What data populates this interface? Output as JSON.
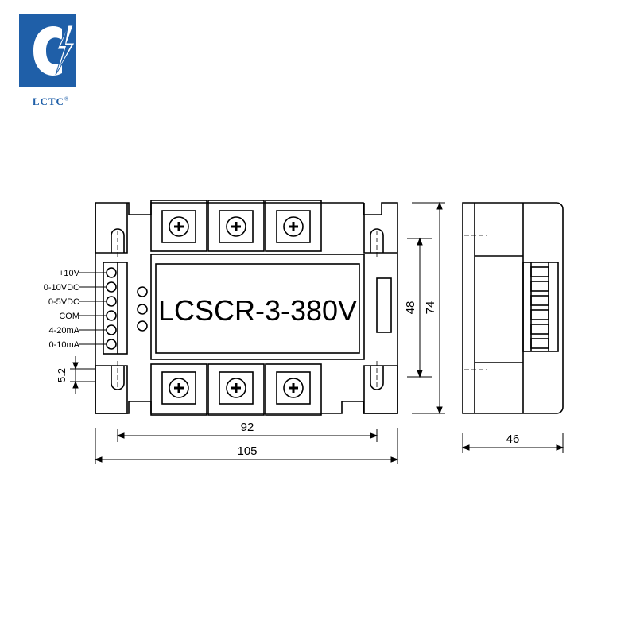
{
  "brand": {
    "name": "LCTC",
    "registered_mark": "®",
    "colors": {
      "primary": "#1f5fa8",
      "accent": "#1f5fa8"
    }
  },
  "device": {
    "model_label": "LCSCR-3-380V",
    "input_terminals": [
      "+10V",
      "0-10VDC",
      "0-5VDC",
      "COM",
      "4-20mA",
      "0-10mA"
    ]
  },
  "dimensions": {
    "width_inner": "92",
    "width_outer": "105",
    "height_inner": "48",
    "height_outer": "74",
    "depth": "46",
    "terminal_pitch": "5.2"
  }
}
